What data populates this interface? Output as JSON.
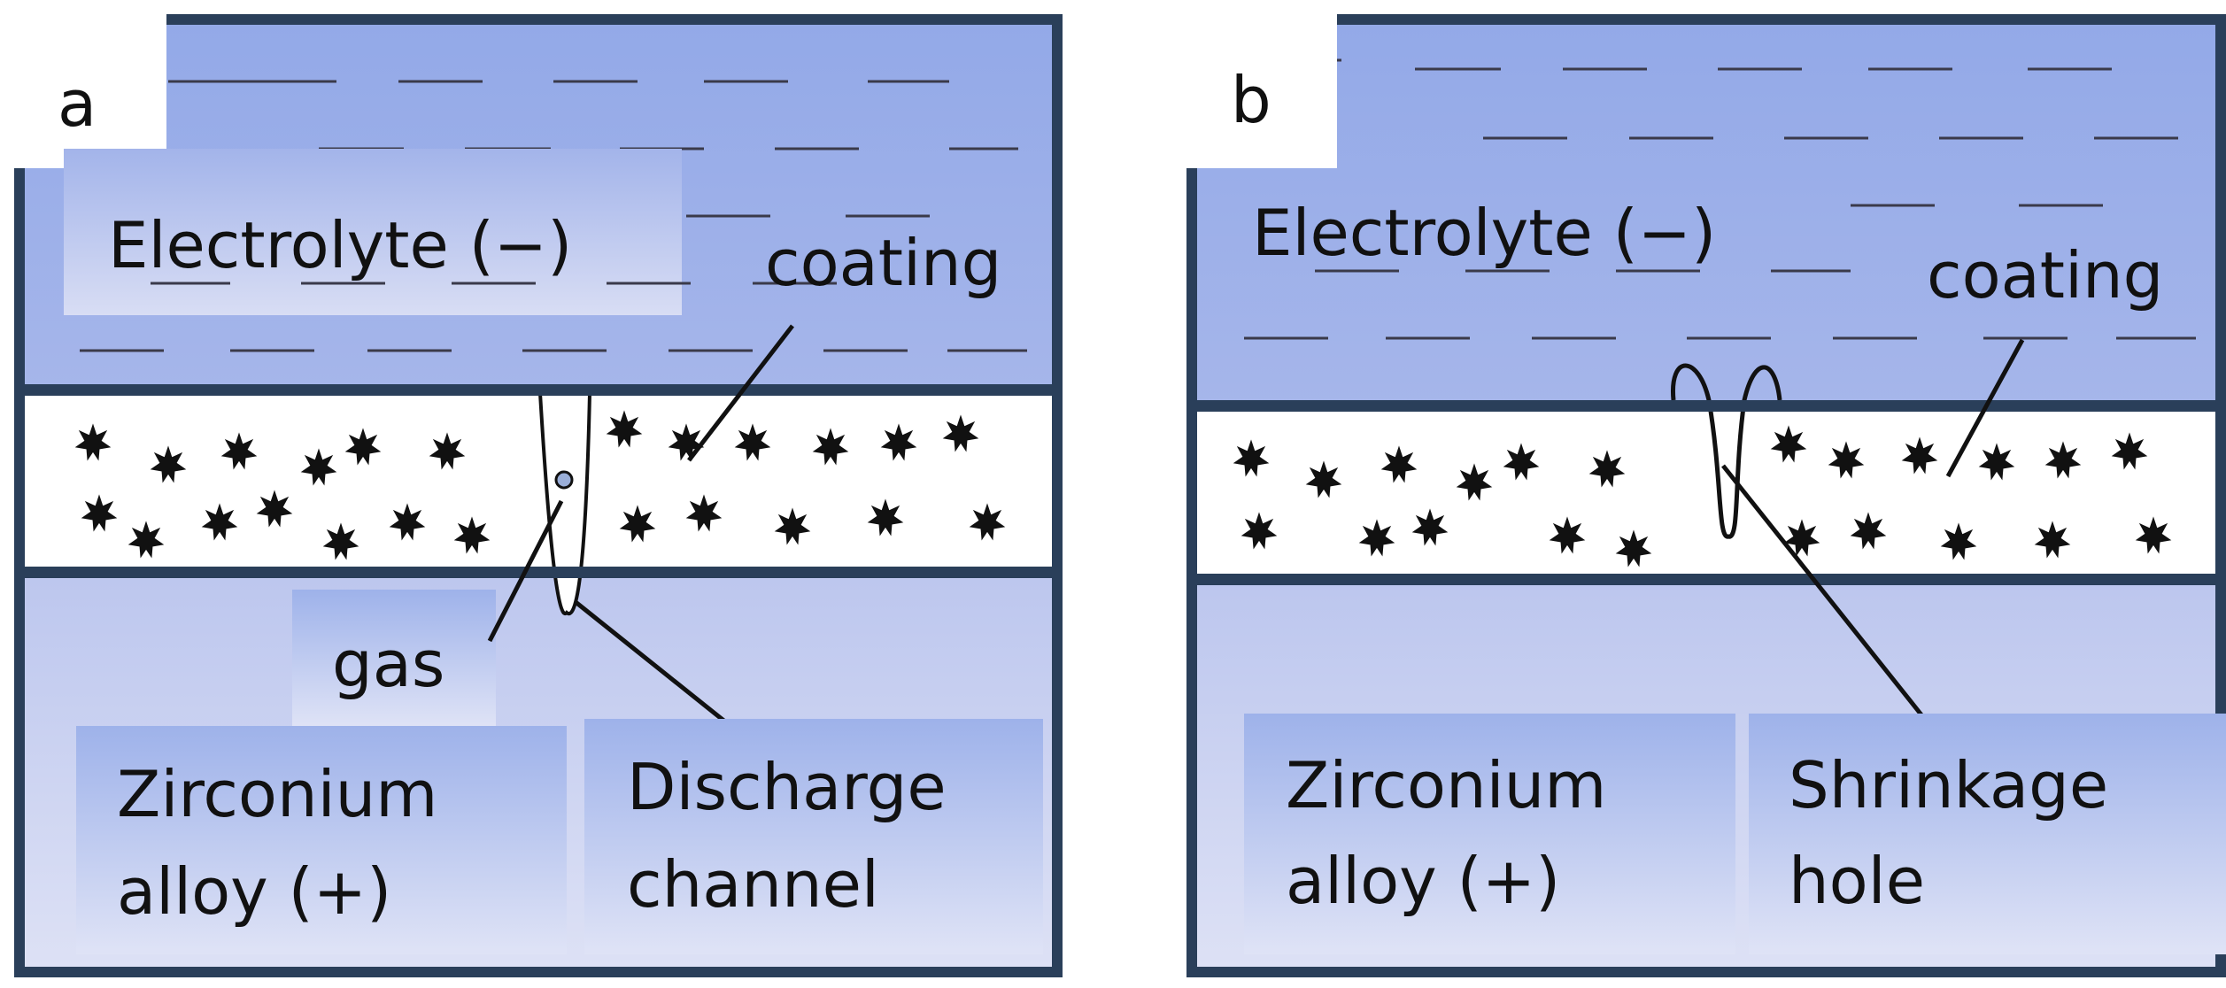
{
  "panels": [
    {
      "letter": "a",
      "electrolyte_label": "Electrolyte (−)",
      "coating_label": "coating",
      "gas_label": "gas",
      "alloy_label_line1": "Zirconium",
      "alloy_label_line2": "alloy (+)",
      "feature_label_line1": "Discharge",
      "feature_label_line2": "channel"
    },
    {
      "letter": "b",
      "electrolyte_label": "Electrolyte (−)",
      "coating_label": "coating",
      "alloy_label_line1": "Zirconium",
      "alloy_label_line2": "alloy (+)",
      "feature_label_line1": "Shrinkage",
      "feature_label_line2": "hole"
    }
  ],
  "colors": {
    "electrolyte": "#9aaee8",
    "substrate": "#c9d0ef",
    "coating": "#ffffff",
    "border": "#2a3f5a",
    "dash": "#3a3a4a"
  }
}
